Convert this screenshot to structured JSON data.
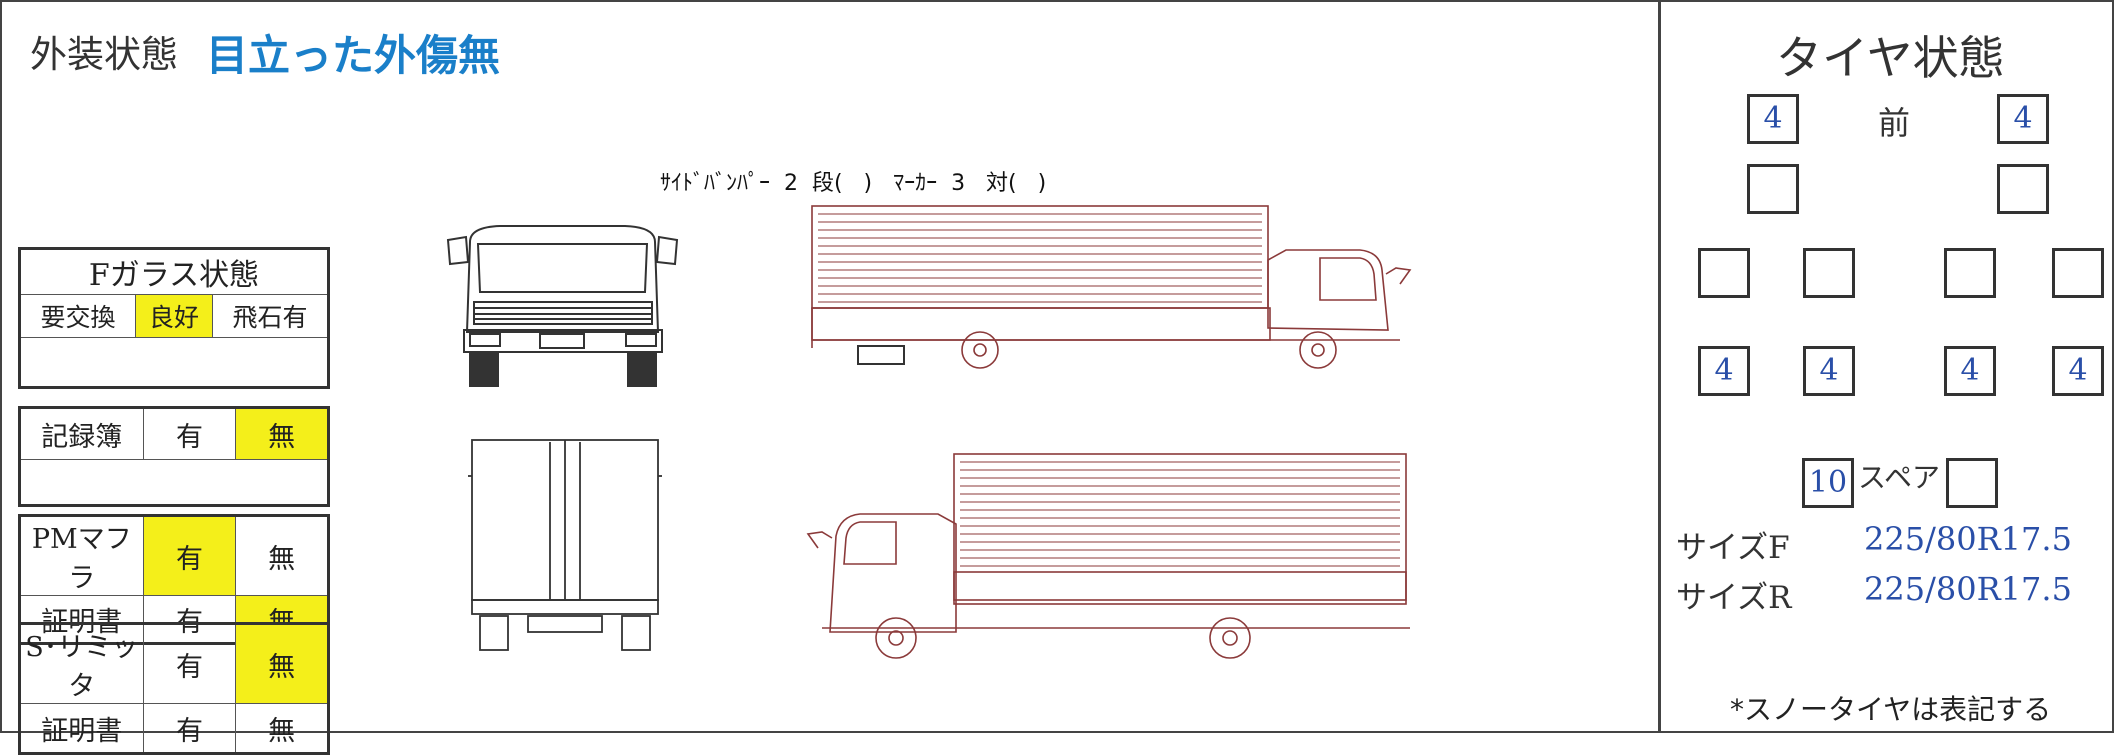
{
  "exterior": {
    "label": "外装状態",
    "value": "目立った外傷無"
  },
  "side_note": "ｻｲﾄﾞﾊﾞﾝﾊﾟｰ  2  段(   )   ﾏｰｶｰ  3   対(   )",
  "glass": {
    "title": "Fガラス状態",
    "options": [
      "要交換",
      "良好",
      "飛石有"
    ],
    "selected": "良好"
  },
  "record_book": {
    "label": "記録簿",
    "yes": "有",
    "no": "無",
    "selected": "無"
  },
  "pm_muffler": {
    "label": "PMマフラ",
    "yes": "有",
    "no": "無",
    "selected": "有",
    "cert_label": "証明書",
    "cert_yes": "有",
    "cert_no": "無",
    "cert_selected": "無"
  },
  "speed_limiter": {
    "label": "S･リミッタ",
    "yes": "有",
    "no": "無",
    "selected": "無",
    "cert_label": "証明書",
    "cert_yes": "有",
    "cert_no": "無",
    "cert_selected": ""
  },
  "tires": {
    "title": "タイヤ状態",
    "front_label": "前",
    "front_left": "4",
    "front_right": "4",
    "second_left": "",
    "second_right": "",
    "rear_outer": [
      "",
      "",
      "",
      ""
    ],
    "rear_values": [
      "4",
      "4",
      "4",
      "4"
    ],
    "spare_label": "スペア",
    "spare_value": "10",
    "spare_second": "",
    "size_f_label": "サイズF",
    "size_f": "225/80R17.5",
    "size_r_label": "サイズR",
    "size_r": "225/80R17.5",
    "snow_note": "*スノータイヤは表記する"
  },
  "colors": {
    "highlight": "#f4ef1a",
    "value_blue": "#1a7fc9",
    "tire_blue": "#2a4fa8",
    "drawing": "#8b3a3a"
  }
}
